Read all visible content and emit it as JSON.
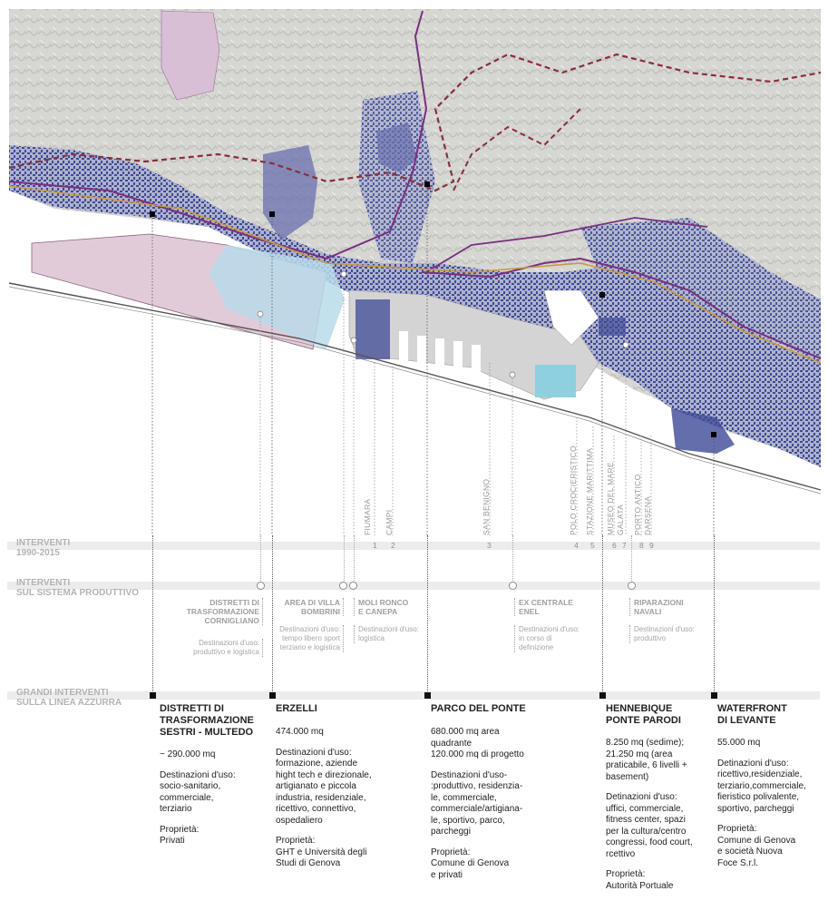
{
  "map": {
    "place_labels": [
      "FIUMARA",
      "CAMPI",
      "SAN BENIGNO",
      "POLO CROCIERISTICO",
      "STAZIONE MARITTIMA",
      "MUSEO DEL MARE",
      "GALATA",
      "PORTO ANTICO",
      "DARSENA"
    ],
    "place_numbers": [
      "1",
      "2",
      "3",
      "4",
      "5",
      "6",
      "7",
      "8",
      "9"
    ],
    "colors": {
      "built": "#3f4a97",
      "relief": "#d9d9d6",
      "port": "#bfdcea",
      "pink": "#d9bfd6",
      "rail": "#7a2f7f",
      "road": "#c89a3f",
      "boundary": "#8a2f3a"
    }
  },
  "bands": {
    "interventi": {
      "line1": "INTERVENTI",
      "line2": "1990-2015"
    },
    "produttivo": {
      "line1": "INTERVENTI",
      "line2": "SUL SISTEMA PRODUTTIVO"
    },
    "linea": {
      "line1": "GRANDI INTERVENTI",
      "line2": "SULLA LINEA AZZURRA"
    }
  },
  "productive": [
    {
      "title1": "DISTRETTI DI",
      "title2": "TRASFORMAZIONE",
      "title3": "CORNIGLIANO",
      "desc1": "Destinazioni d'uso:",
      "desc2": "produttivo e logistica"
    },
    {
      "title1": "AREA DI VILLA",
      "title2": "BOMBRINI",
      "desc1": "Destinazioni d'uso:",
      "desc2": "tempo libero sport",
      "desc3": "terziario e logistica"
    },
    {
      "title1": "MOLI RONCO",
      "title2": "E CANEPA",
      "desc1": "Destinazioni d'uso:",
      "desc2": "logistica"
    },
    {
      "title1": "EX CENTRALE",
      "title2": "ENEL",
      "desc1": "Destinazioni d'uso:",
      "desc2": "in corso di",
      "desc3": "definizione"
    },
    {
      "title1": "RIPARAZIONI",
      "title2": "NAVALI",
      "desc1": "Destinazioni d'uso:",
      "desc2": "produttivo"
    }
  ],
  "interventions": [
    {
      "title1": "DISTRETTI DI",
      "title2": "TRASFORMAZIONE",
      "title3": "SESTRI - MULTEDO",
      "area": "~ 290.000 mq",
      "uses": [
        "Destinazioni d'uso:",
        "socio-sanitario,",
        "commerciale,",
        "terziario"
      ],
      "owner": [
        "Proprietà:",
        "Privati"
      ]
    },
    {
      "title1": "ERZELLI",
      "area": "474.000 mq",
      "uses": [
        "Destinazioni d'uso:",
        "formazione, aziende",
        "hight tech e direzionale,",
        "artigianato e piccola",
        "industria, residenziale,",
        "ricettivo, connettivo,",
        "ospedaliero"
      ],
      "owner": [
        "Proprietà:",
        "GHT e Università degli",
        "Studi di Genova"
      ]
    },
    {
      "title1": "PARCO DEL PONTE",
      "area": [
        "680.000 mq area",
        "quadrante",
        "120.000 mq di progetto"
      ],
      "uses": [
        "Destinazioni d'uso-",
        ":produttivo, residenzia-",
        "le, commerciale,",
        "commerciale/artigiana-",
        "le, sportivo, parco,",
        "parcheggi"
      ],
      "owner": [
        "Proprietà:",
        "Comune di Genova",
        "e privati"
      ]
    },
    {
      "title1": "HENNEBIQUE",
      "title2": "PONTE PARODI",
      "area": [
        "8.250 mq (sedime);",
        "21.250 mq (area",
        "praticabile, 6 livelli +",
        "basement)"
      ],
      "uses": [
        "Detinazioni d'uso:",
        "uffici, commerciale,",
        "fitness center, spazi",
        "per la cultura/centro",
        "congressi, food court,",
        "rcettivo"
      ],
      "owner": [
        "Proprietà:",
        "Autorità Portuale"
      ]
    },
    {
      "title1": "WATERFRONT",
      "title2": "DI LEVANTE",
      "area": "55.000 mq",
      "uses": [
        "Detinazioni d'uso:",
        "ricettivo,residenziale,",
        "terziario,commerciale,",
        "fieristico polivalente,",
        "sportivo, parcheggi"
      ],
      "owner": [
        "Proprietà:",
        "Comune di Genova",
        "e società Nuova",
        "Foce S.r.l."
      ]
    }
  ]
}
